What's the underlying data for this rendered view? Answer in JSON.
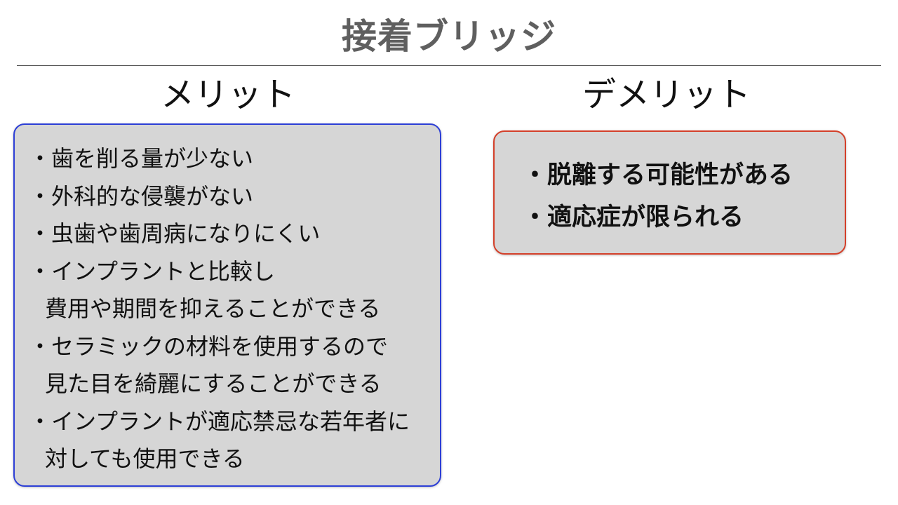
{
  "title": "接着ブリッジ",
  "merit": {
    "heading": "メリット",
    "lines": [
      "・歯を削る量が少ない",
      "・外科的な侵襲がない",
      "・虫歯や歯周病になりにくい",
      "・インプラントと比較し",
      "費用や期間を抑えることができる",
      "・セラミックの材料を使用するので",
      "見た目を綺麗にすることができる",
      "・インプラントが適応禁忌な若年者に",
      "対しても使用できる"
    ]
  },
  "demerit": {
    "heading": "デメリット",
    "lines": [
      "・脱離する可能性がある",
      "・適応症が限られる"
    ]
  },
  "colors": {
    "title": "#5f5f5f",
    "box_fill": "#d6d6d6",
    "merit_border": "#2d3fd6",
    "demerit_border": "#d4402a"
  }
}
